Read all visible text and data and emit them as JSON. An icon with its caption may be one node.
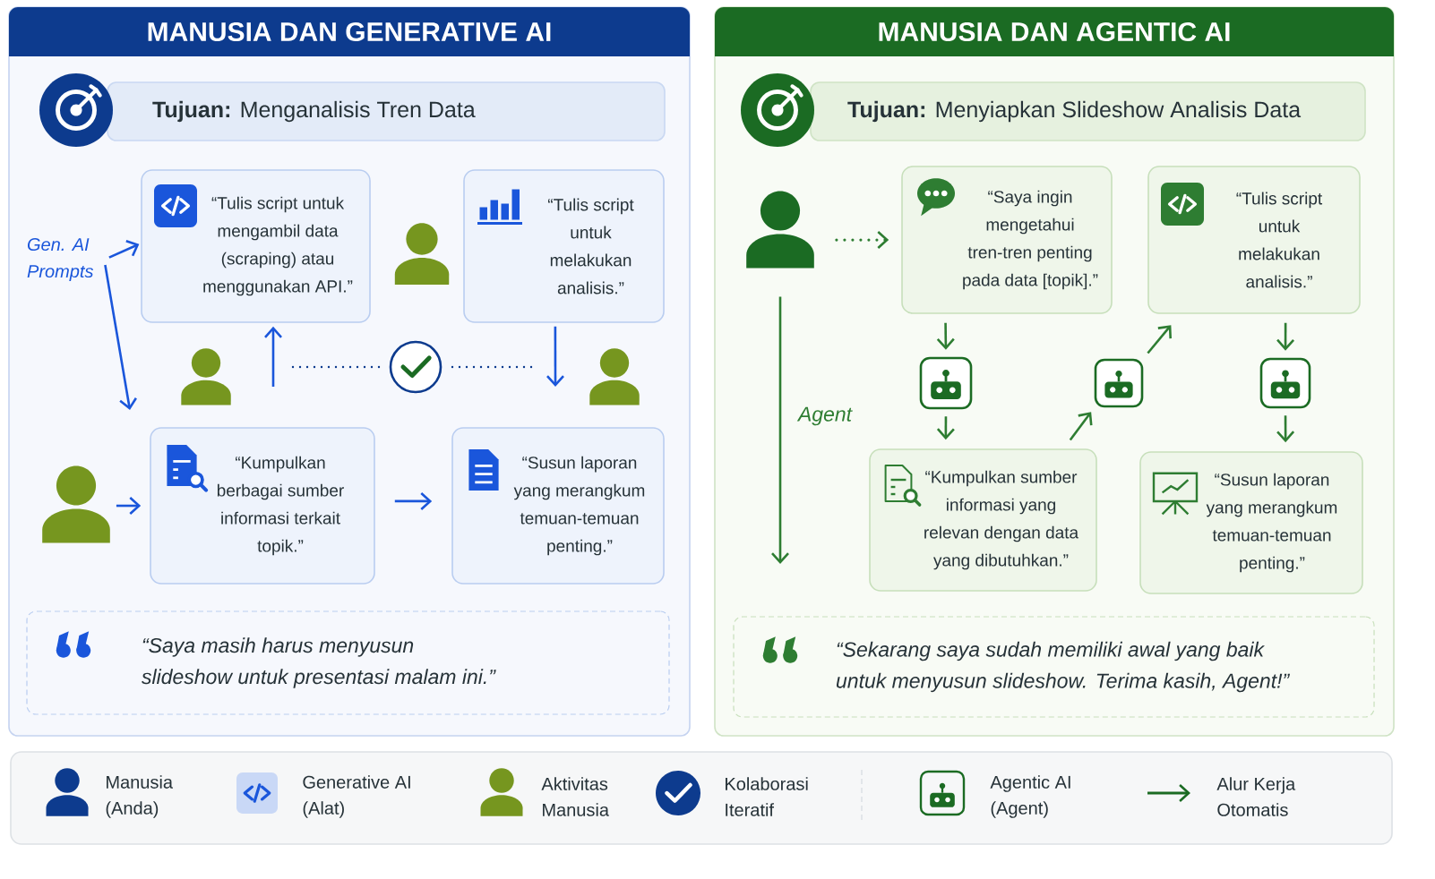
{
  "diagram": {
    "nodes": [
      {
        "text": [
          "MANUSIA DAN GENERATIVE AI"
        ]
      },
      {
        "text": [
          "**Tujuan:** Menganalisis Tren Data"
        ],
        "in": 0
      },
      {
        "text": [
          "“Tulis script untuk mengambil data (scraping) atau menggunakan API.”"
        ],
        "in": 0
      },
      {
        "text": [
          "“Tulis script untuk melakukan analisis.”"
        ],
        "in": 0
      },
      {
        "text": [],
        "shape": "circle",
        "in": 0
      },
      {
        "text": [
          "“Kumpulkan berbagai sumber informasi terkait topik.”"
        ],
        "in": 0
      },
      {
        "text": [
          "“Susun laporan yang merangkum temuan-temuan penting.”"
        ],
        "in": 0
      },
      {
        "text": [],
        "shape": "person",
        "in": 0
      },
      {
        "text": [
          "“Saya masih harus menyusun slideshow untuk presentasi malam ini.”"
        ],
        "in": 0
      },
      {
        "text": [
          "Gen. AI Prompts"
        ],
        "in": 0
      },
      {
        "text": [
          "MANUSIA DAN AGENTIC AI"
        ]
      },
      {
        "text": [
          "**Tujuan:** Menyiapkan Slideshow Analisis Data"
        ],
        "in": 10
      },
      {
        "text": [],
        "shape": "person",
        "in": 10
      },
      {
        "text": [
          "“Saya ingin mengetahui tren-tren penting pada data [topik].”"
        ],
        "in": 10
      },
      {
        "text": [
          "“Tulis script untuk melakukan analisis.”"
        ],
        "in": 10
      },
      {
        "text": [],
        "shape": "robot",
        "in": 10
      },
      {
        "text": [],
        "shape": "robot",
        "in": 10
      },
      {
        "text": [],
        "shape": "robot",
        "in": 10
      },
      {
        "text": [
          "“Kumpulkan sumber informasi yang relevan dengan data yang dibutuhkan.”"
        ],
        "in": 10
      },
      {
        "text": [
          "“Susun laporan yang merangkum temuan-temuan penting.”"
        ],
        "in": 10
      },
      {
        "text": [
          "“Sekarang saya sudah memiliki awal yang baik untuk menyusun slideshow. Terima kasih, Agent!”"
        ],
        "in": 10
      }
    ],
    "edges": [
      {
        "from": 9,
        "to": 2,
        "arrow": "to",
        "color": "#1a56db"
      },
      {
        "from": 9,
        "to": null,
        "arrow": "to",
        "color": "#1a56db"
      },
      {
        "from": null,
        "to": 2,
        "arrow": "to",
        "color": "#1a56db"
      },
      {
        "from": 3,
        "to": null,
        "arrow": "to",
        "color": "#1a56db"
      },
      {
        "from": 7,
        "to": 5,
        "arrow": "to",
        "color": "#1a56db"
      },
      {
        "from": 5,
        "to": 6,
        "arrow": "to",
        "color": "#1a56db"
      },
      {
        "from": 12,
        "to": 13,
        "arrow": "to",
        "style": "dashed"
      },
      {
        "from": 13,
        "to": 15,
        "arrow": "to"
      },
      {
        "from": 15,
        "to": 18,
        "arrow": "to"
      },
      {
        "from": 18,
        "to": 16,
        "arrow": "to"
      },
      {
        "from": 16,
        "to": 14,
        "arrow": "to"
      },
      {
        "from": 14,
        "to": 17,
        "arrow": "to"
      },
      {
        "from": 17,
        "to": 19,
        "arrow": "to"
      },
      {
        "from": 12,
        "to": null,
        "arrow": "to",
        "label": "Agent"
      }
    ],
    "legend": [
      {
        "text": "Manusia (Anda)"
      },
      {
        "text": "Generative AI (Alat)"
      },
      {
        "text": "Aktivitas Manusia"
      },
      {
        "text": "Kolaborasi Iteratif"
      },
      {
        "text": "Agentic AI (Agent)"
      },
      {
        "text": "Alur Kerja Otomatis"
      }
    ]
  }
}
